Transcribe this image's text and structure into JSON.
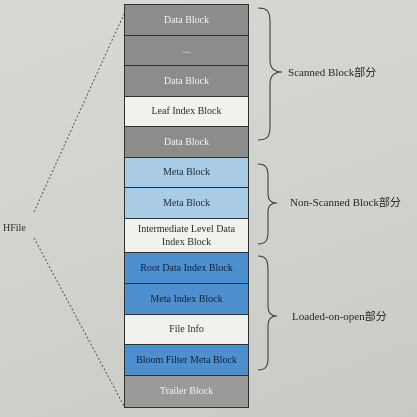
{
  "top_fragment": "",
  "top_fragment_right": "",
  "hfile_label": "HFile",
  "blocks": [
    {
      "label": "Data Block",
      "style": "dark"
    },
    {
      "label": "...",
      "style": "dark"
    },
    {
      "label": "Data Block",
      "style": "dark"
    },
    {
      "label": "Leaf Index Block",
      "style": "white"
    },
    {
      "label": "Data Block",
      "style": "dark"
    },
    {
      "label": "Meta Block",
      "style": "light-blue"
    },
    {
      "label": "Meta Block",
      "style": "light-blue"
    },
    {
      "label": "Intermediate Level Data Index Block",
      "style": "white"
    },
    {
      "label": "Root Data Index Block",
      "style": "mid-blue"
    },
    {
      "label": "Meta Index Block",
      "style": "mid-blue"
    },
    {
      "label": "File Info",
      "style": "white"
    },
    {
      "label": "Bloom Filter Meta Block",
      "style": "mid-blue"
    },
    {
      "label": "Trailer Block",
      "style": "gray-bottom"
    }
  ],
  "sections": [
    {
      "label": "Scanned Block部分"
    },
    {
      "label": "Non-Scanned Block部分"
    },
    {
      "label": "Loaded-on-open部分"
    }
  ],
  "colors": {
    "dark_block": "#8c8d8a",
    "light_blue_block": "#a9cbe6",
    "mid_blue_block": "#4e8fcf",
    "white_block": "#f1f1ee",
    "trailer_block": "#9a9b98"
  }
}
